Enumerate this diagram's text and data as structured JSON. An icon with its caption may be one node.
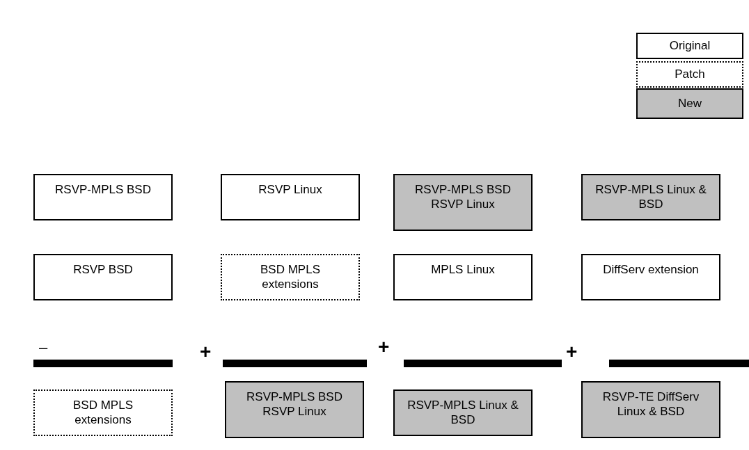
{
  "diagram": {
    "nodes": [
      {
        "text": [
          "RSVP-MPLS BSD"
        ]
      },
      {
        "text": [
          "RSVP Linux"
        ]
      },
      {
        "text": [
          "RSVP-MPLS BSD RSVP Linux"
        ]
      },
      {
        "text": [
          "RSVP-MPLS Linux & BSD"
        ]
      },
      {
        "text": [
          "RSVP BSD"
        ]
      },
      {
        "text": [
          "BSD MPLS extensions"
        ]
      },
      {
        "text": [
          "MPLS Linux"
        ]
      },
      {
        "text": [
          "DiffServ extension"
        ]
      },
      {
        "text": [
          "BSD MPLS extensions"
        ]
      },
      {
        "text": [
          "RSVP-MPLS BSD RSVP Linux"
        ]
      },
      {
        "text": [
          "RSVP-MPLS Linux & BSD"
        ]
      },
      {
        "text": [
          "RSVP-TE DiffServ Linux & BSD"
        ]
      }
    ],
    "labels": [
      "–",
      "+",
      "+",
      "+"
    ],
    "legend": [
      {
        "text": "Original"
      },
      {
        "text": "Patch"
      },
      {
        "text": "New"
      }
    ]
  }
}
